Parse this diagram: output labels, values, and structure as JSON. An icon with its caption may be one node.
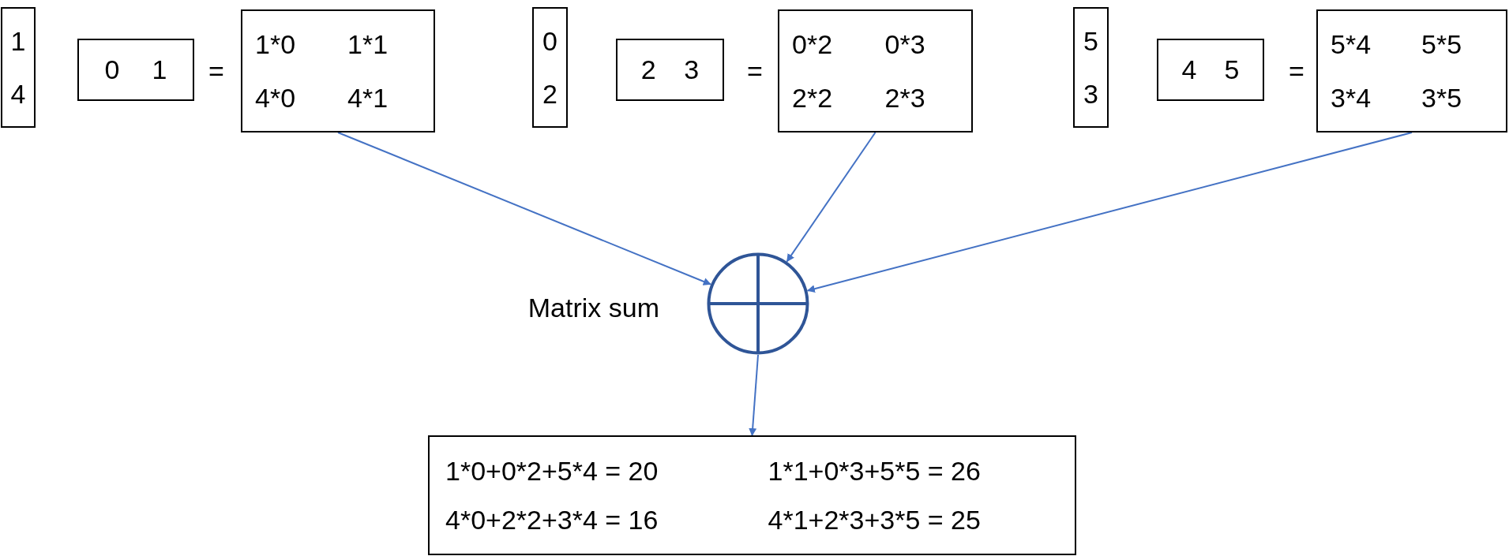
{
  "diagram": {
    "nodes": [
      {
        "text": [
          "1",
          "4"
        ]
      },
      {
        "text": [
          "0",
          "1"
        ]
      },
      {
        "text": [
          "1*0",
          "1*1",
          "4*0",
          "4*1"
        ]
      },
      {
        "text": [
          "0",
          "2"
        ]
      },
      {
        "text": [
          "2",
          "3"
        ]
      },
      {
        "text": [
          "0*2",
          "0*3",
          "2*2",
          "2*3"
        ]
      },
      {
        "text": [
          "5",
          "3"
        ]
      },
      {
        "text": [
          "4",
          "5"
        ]
      },
      {
        "text": [
          "5*4",
          "5*5",
          "3*4",
          "3*5"
        ]
      },
      {
        "text": [],
        "shape": "circle",
        "beside": [
          "Matrix sum"
        ]
      },
      {
        "text": [
          "1*0+0*2+5*4 = 20",
          "1*1+0*3+5*5 = 26",
          "4*0+2*2+3*4 = 16",
          "4*1+2*3+3*5 = 25"
        ]
      }
    ],
    "edges": [
      {
        "from": 2,
        "to": 9,
        "arrow": "to"
      },
      {
        "from": 5,
        "to": 9,
        "arrow": "to"
      },
      {
        "from": 8,
        "to": 9,
        "arrow": "to"
      },
      {
        "from": 9,
        "to": 10,
        "arrow": "to"
      }
    ],
    "labels": [
      "=",
      "=",
      "="
    ]
  }
}
